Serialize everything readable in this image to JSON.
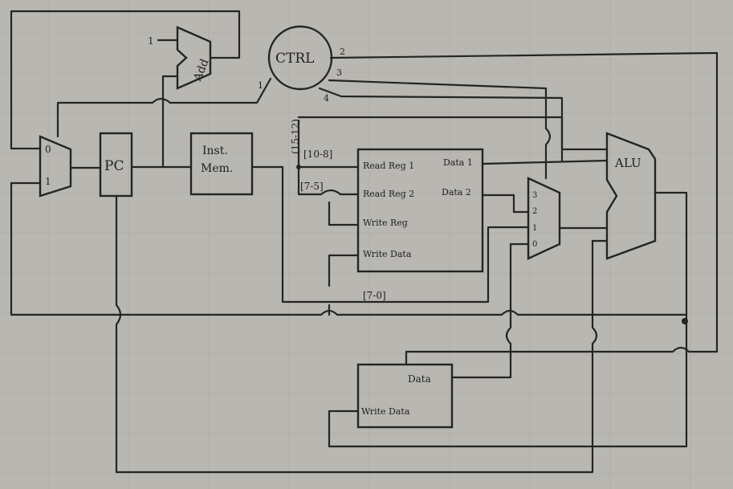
{
  "ctrl": {
    "label": "CTRL",
    "outputs": [
      "1",
      "2",
      "3",
      "4"
    ]
  },
  "adder": {
    "label": "Add",
    "input": "1"
  },
  "pc_mux": {
    "inputs": [
      "0",
      "1"
    ]
  },
  "pc": {
    "label": "PC"
  },
  "imem": {
    "line1": "Inst.",
    "line2": "Mem."
  },
  "fields": {
    "opcode": "(15-12)",
    "rs": "[10-8]",
    "rt": "[7-5]",
    "imm": "[7-0]"
  },
  "regfile": {
    "read_reg1": "Read Reg 1",
    "read_reg2": "Read Reg 2",
    "write_reg": "Write Reg",
    "write_data": "Write Data",
    "data1": "Data 1",
    "data2": "Data 2"
  },
  "alu_mux": {
    "inputs": [
      "3",
      "2",
      "1",
      "0"
    ]
  },
  "alu": {
    "label": "ALU"
  },
  "dmem": {
    "data_out": "Data",
    "write_data": "Write Data"
  }
}
